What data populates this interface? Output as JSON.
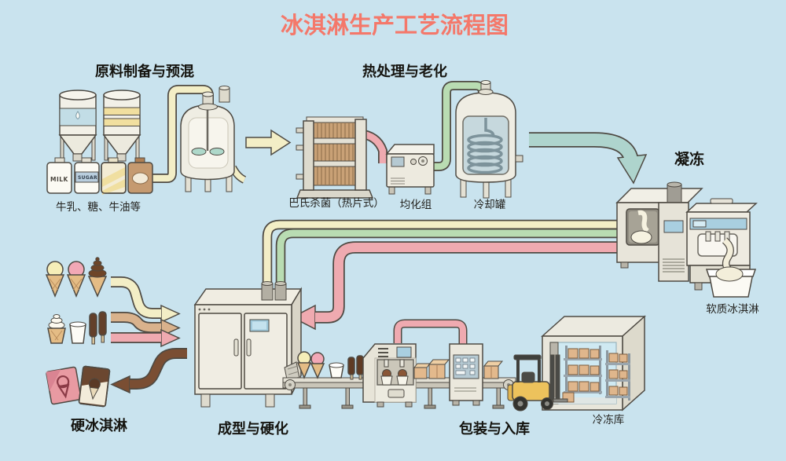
{
  "title": {
    "text": "冰淇淋生产工艺流程图",
    "color": "#f4786a"
  },
  "stages": {
    "premix": {
      "heading": "原料制备与预混",
      "ingredients_caption": "牛乳、糖、牛油等",
      "bags": {
        "milk": "MILK",
        "sugar": "SUGAR"
      }
    },
    "heat_treatment": {
      "heading": "热处理与老化",
      "pasteurizer_caption": "巴氏杀菌（热片式）",
      "homogenizer_caption": "均化组",
      "cooling_tank_caption": "冷却罐"
    },
    "freezing": {
      "heading": "凝冻",
      "soft_ice_cream_caption": "软质冰淇淋"
    },
    "forming_hardening": {
      "heading": "成型与硬化",
      "hard_ice_cream_caption": "硬冰淇淋"
    },
    "packaging_storage": {
      "heading": "包装与入库",
      "cold_storage_caption": "冷冻库"
    }
  },
  "flow_colors": {
    "background": "#c9e3ee",
    "mix_pipe_yellow": "#f3eec6",
    "chilled_pipe_green": "#b9dcb2",
    "pasteurized_pipe_pink": "#efaab0",
    "freeze_arrow_teal": "#aed4cd",
    "bar_arrow_tan": "#d9b28c",
    "package_arrow_brown": "#7a4e33"
  }
}
